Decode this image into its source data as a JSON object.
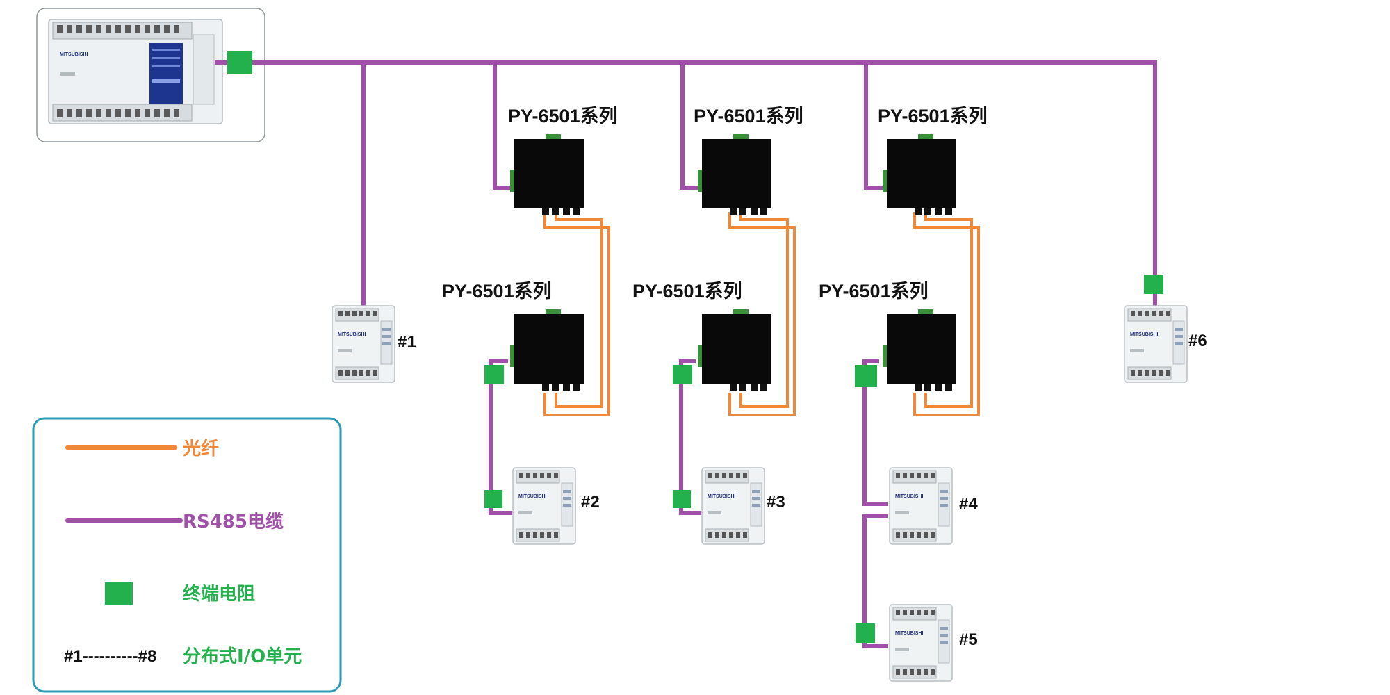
{
  "converter_label": "PY-6501系列",
  "units": [
    "#1",
    "#2",
    "#3",
    "#4",
    "#5",
    "#6"
  ],
  "plc_brand": "MITSUBISHI",
  "legend": {
    "fiber": "光纤",
    "rs485": "RS485电缆",
    "terminator": "终端电阻",
    "io_range": "#1----------#8",
    "io_label": "分布式I/O单元"
  },
  "colors": {
    "fiber": "#f0883a",
    "rs485": "#a050a8",
    "terminator": "#22b14c",
    "legend_border": "#2d9bb5",
    "io_label": "#22b14c"
  }
}
